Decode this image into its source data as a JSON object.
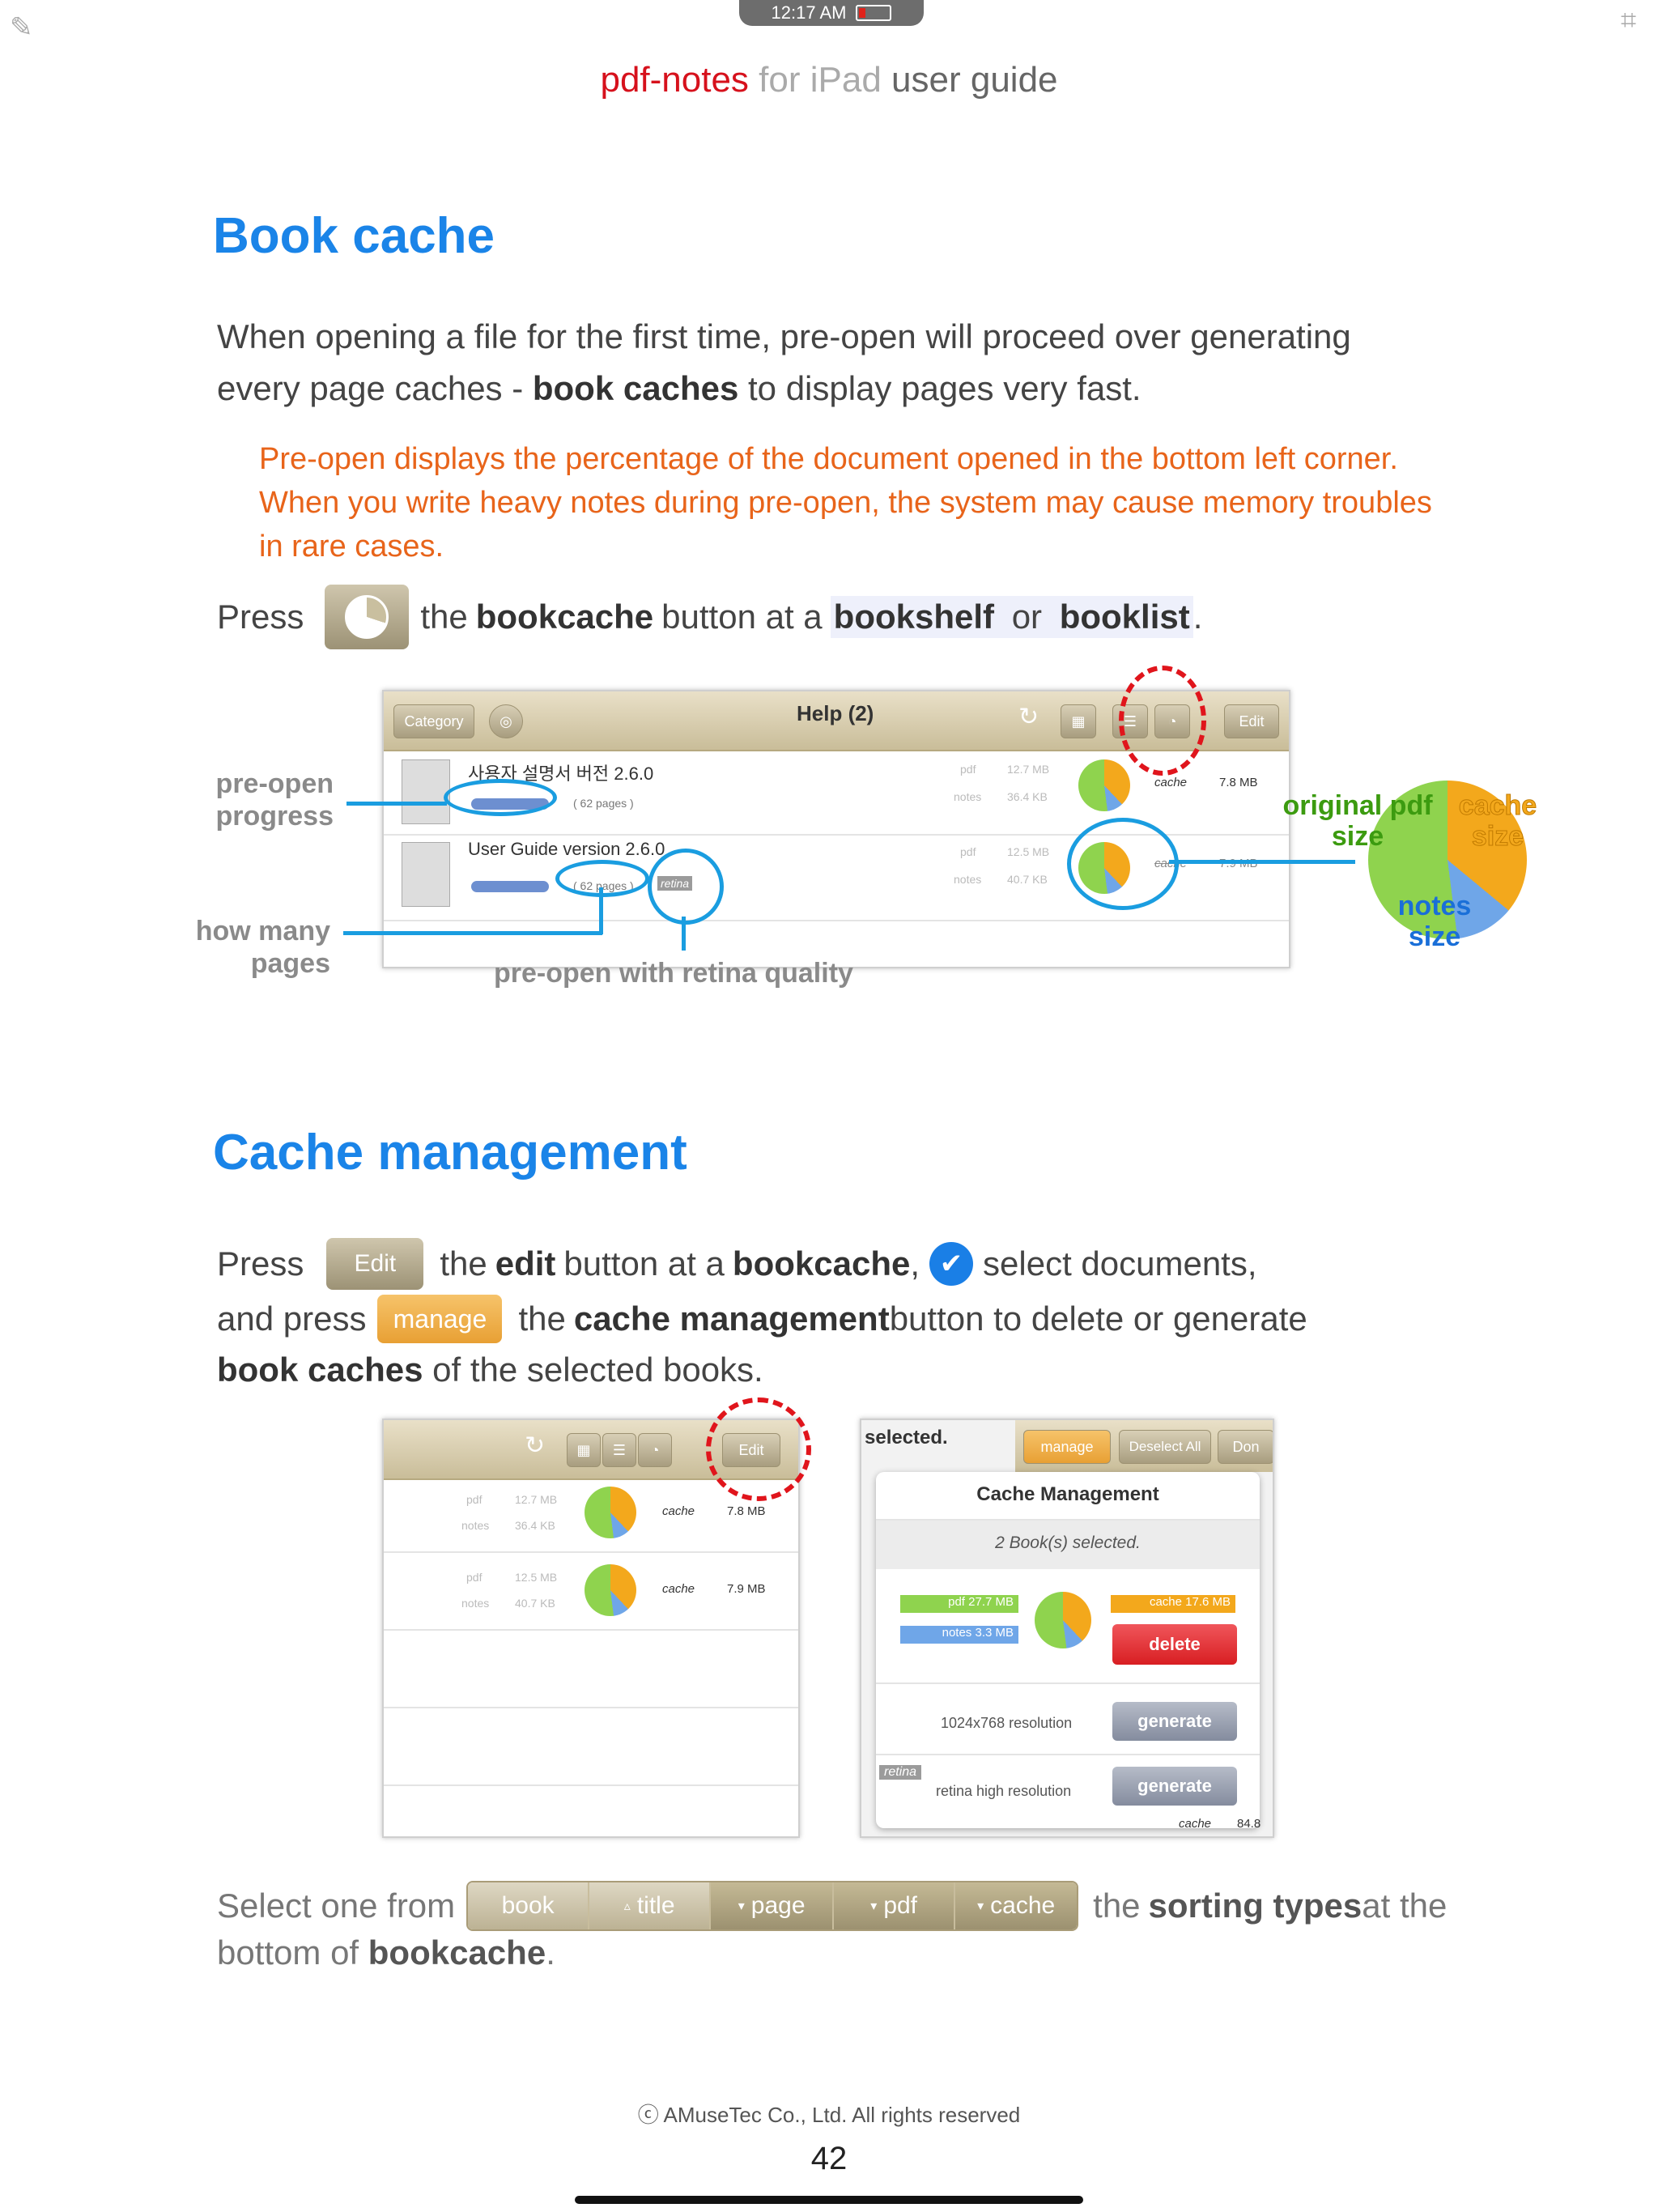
{
  "status_bar": {
    "time": "12:17 AM"
  },
  "header": {
    "brand": "pdf-notes",
    "platform": "for iPad",
    "suffix": "user guide"
  },
  "book_cache": {
    "title": "Book cache",
    "intro_1": "When opening a file for the first time, pre-open will proceed over generating",
    "intro_2_a": "every page caches - ",
    "intro_2_b": "book caches",
    "intro_2_c": " to display pages very fast.",
    "note_1": "Pre-open displays the percentage of the document opened in the bottom left corner.",
    "note_2": "When you write heavy notes during pre-open, the system may cause memory troubles",
    "note_3": "in rare cases.",
    "press": "Press",
    "press_text_a": "the ",
    "press_text_b": "bookcache",
    "press_text_c": " button at a ",
    "bookshelf": "bookshelf",
    "or": " or ",
    "booklist": "booklist",
    "period": "."
  },
  "screenshot1": {
    "category_btn": "Category",
    "title": "Help (2)",
    "edit_btn": "Edit",
    "rows": [
      {
        "name": "사용자 설명서 버전 2.6.0",
        "pages": "( 62 pages )",
        "pdf_label": "pdf",
        "pdf_size": "12.7 MB",
        "notes_label": "notes",
        "notes_size": "36.4 KB",
        "cache_label": "cache",
        "cache_size": "7.8 MB"
      },
      {
        "name": "User Guide version 2.6.0",
        "pages": "( 62 pages )",
        "pdf_label": "pdf",
        "pdf_size": "12.5 MB",
        "notes_label": "notes",
        "notes_size": "40.7 KB",
        "cache_label": "cache",
        "cache_size": "7.9 MB",
        "retina": "retina"
      }
    ]
  },
  "callouts": {
    "preopen_1": "pre-open",
    "preopen_2": "progress",
    "howmany_1": "how many",
    "howmany_2": "pages",
    "retina": "pre-open with retina quality",
    "orig_1": "original pdf",
    "orig_2": "size",
    "cache_1": "cache",
    "cache_2": "size",
    "notes_1": "notes",
    "notes_2": "size"
  },
  "cache_mgmt": {
    "title": "Cache management",
    "press": "Press",
    "edit_btn": "Edit",
    "line1_a": "the ",
    "line1_b": "edit",
    "line1_c": " button at a ",
    "line1_d": "bookcache",
    "line1_e": ",",
    "line1_f": "select documents,",
    "line2_a": "and press",
    "manage_btn": "manage",
    "line2_b": "the ",
    "line2_c": "cache management",
    "line2_d": " button to delete or generate",
    "line3_a": "book caches",
    "line3_b": " of the selected books."
  },
  "screenshot2": {
    "edit_btn": "Edit",
    "rows": [
      {
        "pdf_label": "pdf",
        "pdf_size": "12.7 MB",
        "notes_label": "notes",
        "notes_size": "36.4 KB",
        "cache_label": "cache",
        "cache_size": "7.8 MB"
      },
      {
        "pdf_label": "pdf",
        "pdf_size": "12.5 MB",
        "notes_label": "notes",
        "notes_size": "40.7 KB",
        "cache_label": "cache",
        "cache_size": "7.9 MB"
      }
    ]
  },
  "screenshot3": {
    "selected": "selected.",
    "manage_btn": "manage",
    "deselect_btn": "Deselect All",
    "done_btn": "Don",
    "popup_title": "Cache Management",
    "books_selected": "2 Book(s) selected.",
    "pdf_tag": "pdf   27.7 MB",
    "notes_tag": "notes    3.3 MB",
    "cache_tag": "cache   17.6 MB",
    "delete_btn": "delete",
    "res_label": "1024x768 resolution",
    "generate_btn": "generate",
    "retina_tag": "retina",
    "retina_label": "retina high resolution",
    "generate_btn2": "generate",
    "bottom_cache": "cache",
    "bottom_size": "84.8"
  },
  "sorting": {
    "select": "Select one from",
    "segments": [
      "book",
      "title",
      "page",
      "pdf",
      "cache"
    ],
    "text_a": "the ",
    "text_b": "sorting types",
    "text_c": " at the",
    "line2_a": "bottom of ",
    "line2_b": "bookcache",
    "line2_c": "."
  },
  "footer": {
    "copyright": "ⓒ  AMuseTec Co., Ltd. All rights reserved",
    "page": "42"
  }
}
